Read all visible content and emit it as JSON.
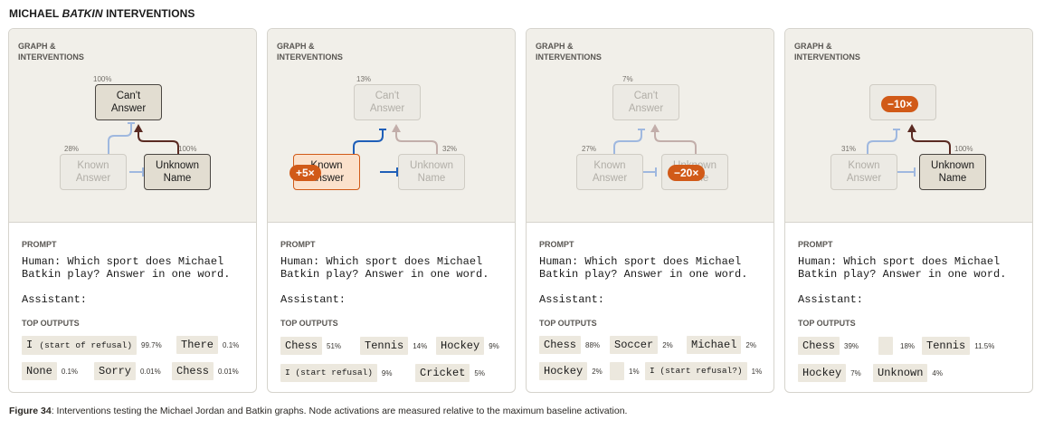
{
  "figure_title_prefix": "MICHAEL ",
  "figure_title_italic": "BATKIN",
  "figure_title_suffix": " INTERVENTIONS",
  "graph_label": "GRAPH &\nINTERVENTIONS",
  "prompt_label": "PROMPT",
  "prompt_text": "Human: Which sport does Michael\nBatkin play? Answer in one word.",
  "assistant_text": "Assistant:",
  "outputs_label": "TOP OUTPUTS",
  "node_labels": {
    "cant_answer": "Can't\nAnswer",
    "known_answer": "Known\nAnswer",
    "unknown_name": "Unknown\nName"
  },
  "panels": [
    {
      "pct_cant": "100%",
      "pct_known": "28%",
      "pct_unknown": "100%",
      "outputs": [
        {
          "token": "I",
          "note": "(start of refusal)",
          "prob": "99.7%"
        },
        {
          "token": "There",
          "prob": "0.1%"
        },
        {
          "token": "None",
          "prob": "0.1%"
        },
        {
          "token": "Sorry",
          "prob": "0.01%"
        },
        {
          "token": "Chess",
          "prob": "0.01%"
        }
      ]
    },
    {
      "pct_cant": "13%",
      "pct_unknown": "32%",
      "intervention": "+5×",
      "outputs": [
        {
          "token": "Chess",
          "prob": "51%"
        },
        {
          "token": "Tennis",
          "prob": "14%"
        },
        {
          "token": "Hockey",
          "prob": "9%"
        },
        {
          "token": "I (start refusal)",
          "prob": "9%"
        },
        {
          "token": "Cricket",
          "prob": "5%"
        }
      ]
    },
    {
      "pct_cant": "7%",
      "pct_known": "27%",
      "intervention": "−20×",
      "outputs": [
        {
          "token": "Chess",
          "prob": "88%"
        },
        {
          "token": "Soccer",
          "prob": "2%"
        },
        {
          "token": "Michael",
          "prob": "2%"
        },
        {
          "token": "Hockey",
          "prob": "2%"
        },
        {
          "token": "",
          "prob": "1%"
        },
        {
          "token": "I (start refusal?)",
          "prob": "1%"
        }
      ]
    },
    {
      "pct_known": "31%",
      "pct_unknown": "100%",
      "intervention": "−10×",
      "outputs": [
        {
          "token": "Chess",
          "prob": "39%"
        },
        {
          "token": "",
          "prob": "18%"
        },
        {
          "token": "Tennis",
          "prob": "11.5%"
        },
        {
          "token": "Hockey",
          "prob": "7%"
        },
        {
          "token": "Unknown",
          "prob": "4%"
        }
      ]
    }
  ],
  "caption_bold": "Figure 34",
  "caption_text": ": Interventions testing the Michael Jordan and Batkin graphs. Node activations are measured relative to the maximum baseline activation.",
  "colors": {
    "background": "#f1efe9",
    "intervention": "#d15a18",
    "edge_blue": "#1f5fb8",
    "edge_blue_faded": "#9fb8df",
    "edge_brown": "#5a2a22",
    "edge_brown_faded": "#c2aeaa"
  }
}
